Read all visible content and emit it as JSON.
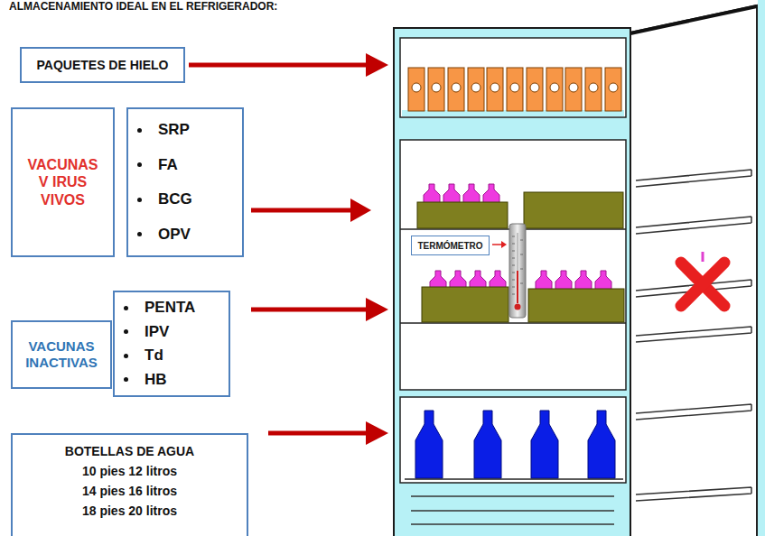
{
  "diagram": {
    "title": "ALMACENAMIENTO IDEAL EN EL REFRIGERADOR:",
    "nodes": [
      {
        "text": [
          "PAQUETES DE HIELO"
        ]
      },
      {
        "text": [
          "VACUNAS V IRUS VIVOS"
        ]
      },
      {
        "text": [
          "SRP",
          "FA",
          "BCG",
          "OPV"
        ]
      },
      {
        "text": [
          "VACUNAS INACTIVAS"
        ]
      },
      {
        "text": [
          "PENTA",
          "IPV",
          "Td",
          "HB"
        ]
      },
      {
        "text": [
          "BOTELLAS DE AGUA",
          "10 pies 12 litros",
          "14 pies 16 litros",
          "18 pies 20 litros"
        ]
      },
      {
        "text": [
          "TERMÓMETRO"
        ]
      }
    ]
  }
}
